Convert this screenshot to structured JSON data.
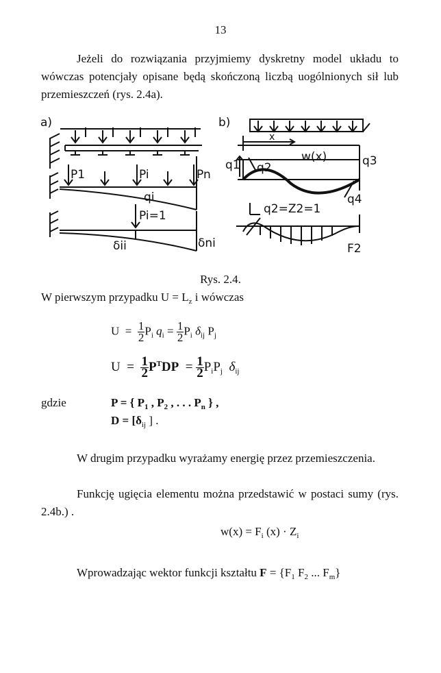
{
  "page_number": "13",
  "paragraphs": {
    "p1": "Jeżeli do rozwiązania przyjmiemy dyskretny model układu to wówczas potencjały opisane będą skończoną liczbą uogólnionych sił lub przemieszczeń (rys. 2.4a).",
    "p2": "W pierwszym przypadku U = L",
    "p2_sub": "z",
    "p2_end": " i wówczas",
    "p3": "W drugim przypadku wyrażamy energię przez przemieszczenia.",
    "p4": "Funkcję ugięcia elementu można przedstawić w postaci sumy (rys. 2.4b.) .",
    "p5_pre": "Wprowadzając wektor funkcji kształtu ",
    "p5_bold": "F",
    "p5_post": " = {F",
    "p5_f1": "1",
    "p5_mid": " F",
    "p5_f2": "2",
    "p5_dots": " ... F",
    "p5_fm": "m",
    "p5_end": "}"
  },
  "figure": {
    "caption": "Rys. 2.4.",
    "label_a": "a)",
    "label_b": "b)",
    "P1": "P1",
    "Pi": "Pi",
    "Pn": "Pn",
    "qi": "qi",
    "Pi1": "Pi=1",
    "delta_ii": "δii",
    "delta_ni": "δni",
    "x": "x",
    "wx": "w(x)",
    "q1": "q1",
    "q2": "q2",
    "q3": "q3",
    "q4": "q4",
    "q2z2": "q2=Z2=1",
    "F2": "F2"
  },
  "equations": {
    "eq1_lhs": "U",
    "eq1_eq": "=",
    "eq1_half": "1",
    "eq1_two": "2",
    "eq1_p": "P",
    "eq1_i": "i",
    "eq1_q": "q",
    "eq1_qi": "i",
    "eq1_mid": "=",
    "eq1_p2": "P",
    "eq1_i2": "i",
    "eq1_delta": "δ",
    "eq1_ij": "ij",
    "eq1_pj": "P",
    "eq1_j": "j",
    "eq2_lhs": "U",
    "eq2_eq": "=",
    "eq2_one": "1",
    "eq2_two": "2",
    "eq2_P": "P",
    "eq2_T": "T",
    "eq2_DP": "DP",
    "eq2_mid": "=",
    "eq2_pipj": "P",
    "eq2_i": "i",
    "eq2_P2": "P",
    "eq2_j": "j",
    "eq2_delta": "δ",
    "eq2_ij": "ij",
    "gdzie": "gdzie",
    "def_P": "P = { P",
    "def_P1": "1",
    "def_P_mid": " ,  P",
    "def_P2": "2",
    "def_P_dots": " ,  . . .  P",
    "def_Pn": "n",
    "def_P_end": "  } ,",
    "def_D": "D = [δ",
    "def_Dij": "ij",
    "def_D_end": " ] .",
    "eq3": "w(x) = F",
    "eq3_i": "i",
    "eq3_mid": " (x) · Z",
    "eq3_zi": "i"
  }
}
